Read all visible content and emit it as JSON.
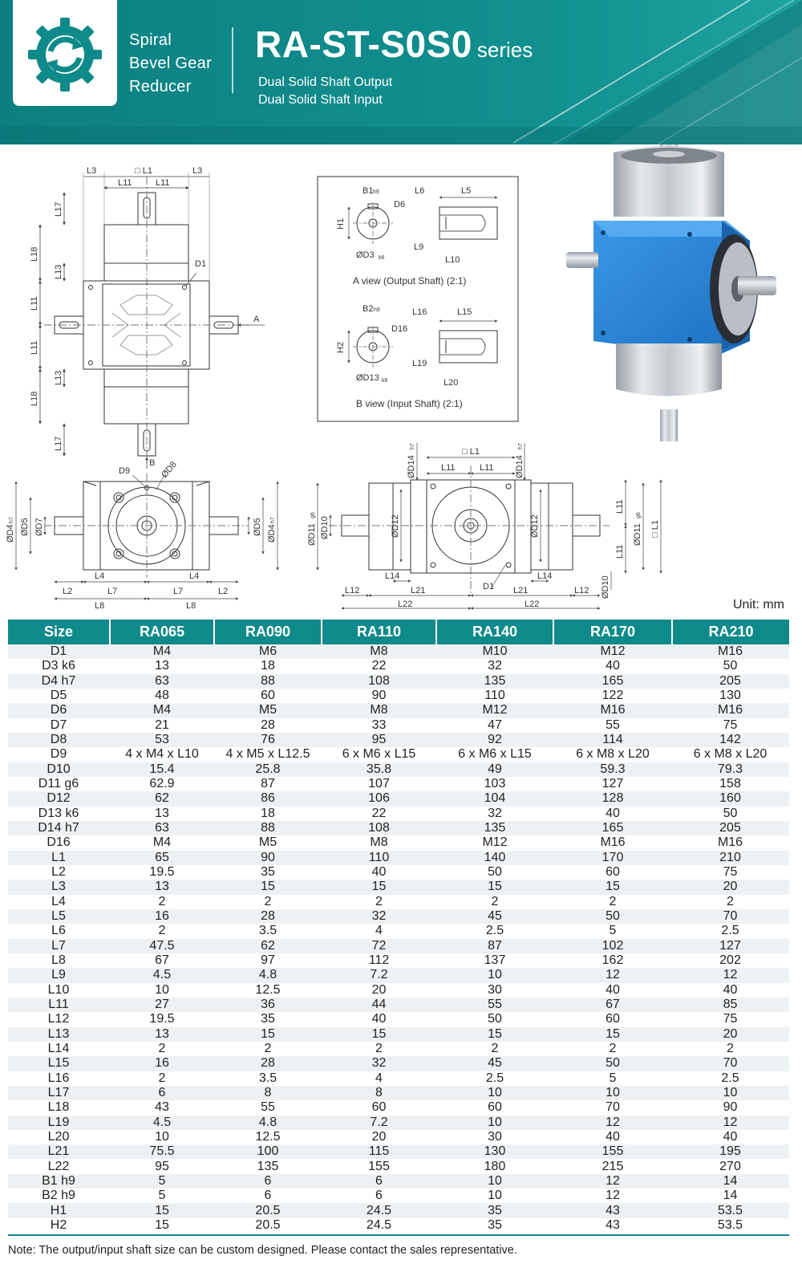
{
  "header": {
    "brand_lines": [
      "Spiral",
      "Bevel Gear",
      "Reducer"
    ],
    "title_main": "RA-ST-S0S0",
    "title_suffix": "series",
    "subtitle_1": "Dual Solid Shaft Output",
    "subtitle_2": "Dual Solid Shaft Input",
    "brand_color": "#0f8a8a",
    "logo_icon": "gear-arrows-icon"
  },
  "drawings": {
    "top_view": {
      "labels": [
        "L3",
        "□ L1",
        "L3",
        "L11",
        "L11",
        "L17",
        "L18",
        "L13",
        "D1",
        "L11",
        "L11",
        "A",
        "L13",
        "L18",
        "L17",
        "B"
      ]
    },
    "a_view": {
      "labels": [
        "B1",
        "h9",
        "L6",
        "L5",
        "D6",
        "H1",
        "ØD3",
        "k6",
        "L9",
        "L10"
      ],
      "caption": "A view (Output Shaft) (2:1)"
    },
    "b_view": {
      "labels": [
        "B2",
        "h9",
        "L16",
        "L15",
        "D16",
        "H2",
        "ØD13",
        "k6",
        "L19",
        "L20"
      ],
      "caption": "B view (Input Shaft) (2:1)"
    },
    "front_view": {
      "labels": [
        "D9",
        "ØD8",
        "ØD4",
        "h7",
        "ØD5",
        "ØD7",
        "ØD5",
        "ØD4",
        "h7",
        "L4",
        "L4",
        "L2",
        "L7",
        "L7",
        "L2",
        "L8",
        "L8"
      ]
    },
    "side_view": {
      "labels": [
        "ØD14",
        "h7",
        "□ L1",
        "ØD14",
        "h7",
        "L11",
        "L11",
        "ØD11",
        "g6",
        "ØD10",
        "ØD12",
        "ØD12",
        "L11",
        "L11",
        "ØD11",
        "g6",
        "□ L1",
        "L14",
        "L14",
        "D1",
        "ØD10",
        "L12",
        "L21",
        "L21",
        "L12",
        "L22",
        "L22"
      ]
    },
    "product_colors": {
      "housing": "#2f88d6",
      "flange": "#c9ced4",
      "shaft": "#b7bdc3"
    }
  },
  "unit_label": "Unit: mm",
  "table": {
    "columns": [
      "Size",
      "RA065",
      "RA090",
      "RA110",
      "RA140",
      "RA170",
      "RA210"
    ],
    "rows": [
      [
        "D1",
        "M4",
        "M6",
        "M8",
        "M10",
        "M12",
        "M16"
      ],
      [
        "D3 k6",
        "13",
        "18",
        "22",
        "32",
        "40",
        "50"
      ],
      [
        "D4 h7",
        "63",
        "88",
        "108",
        "135",
        "165",
        "205"
      ],
      [
        "D5",
        "48",
        "60",
        "90",
        "110",
        "122",
        "130"
      ],
      [
        "D6",
        "M4",
        "M5",
        "M8",
        "M12",
        "M16",
        "M16"
      ],
      [
        "D7",
        "21",
        "28",
        "33",
        "47",
        "55",
        "75"
      ],
      [
        "D8",
        "53",
        "76",
        "95",
        "92",
        "114",
        "142"
      ],
      [
        "D9",
        "4 x M4 x L10",
        "4 x M5 x L12.5",
        "6 x M6 x L15",
        "6 x M6 x L15",
        "6 x M8 x L20",
        "6 x M8 x L20"
      ],
      [
        "D10",
        "15.4",
        "25.8",
        "35.8",
        "49",
        "59.3",
        "79.3"
      ],
      [
        "D11 g6",
        "62.9",
        "87",
        "107",
        "103",
        "127",
        "158"
      ],
      [
        "D12",
        "62",
        "86",
        "106",
        "104",
        "128",
        "160"
      ],
      [
        "D13 k6",
        "13",
        "18",
        "22",
        "32",
        "40",
        "50"
      ],
      [
        "D14 h7",
        "63",
        "88",
        "108",
        "135",
        "165",
        "205"
      ],
      [
        "D16",
        "M4",
        "M5",
        "M8",
        "M12",
        "M16",
        "M16"
      ],
      [
        "L1",
        "65",
        "90",
        "110",
        "140",
        "170",
        "210"
      ],
      [
        "L2",
        "19.5",
        "35",
        "40",
        "50",
        "60",
        "75"
      ],
      [
        "L3",
        "13",
        "15",
        "15",
        "15",
        "15",
        "20"
      ],
      [
        "L4",
        "2",
        "2",
        "2",
        "2",
        "2",
        "2"
      ],
      [
        "L5",
        "16",
        "28",
        "32",
        "45",
        "50",
        "70"
      ],
      [
        "L6",
        "2",
        "3.5",
        "4",
        "2.5",
        "5",
        "2.5"
      ],
      [
        "L7",
        "47.5",
        "62",
        "72",
        "87",
        "102",
        "127"
      ],
      [
        "L8",
        "67",
        "97",
        "112",
        "137",
        "162",
        "202"
      ],
      [
        "L9",
        "4.5",
        "4.8",
        "7.2",
        "10",
        "12",
        "12"
      ],
      [
        "L10",
        "10",
        "12.5",
        "20",
        "30",
        "40",
        "40"
      ],
      [
        "L11",
        "27",
        "36",
        "44",
        "55",
        "67",
        "85"
      ],
      [
        "L12",
        "19.5",
        "35",
        "40",
        "50",
        "60",
        "75"
      ],
      [
        "L13",
        "13",
        "15",
        "15",
        "15",
        "15",
        "20"
      ],
      [
        "L14",
        "2",
        "2",
        "2",
        "2",
        "2",
        "2"
      ],
      [
        "L15",
        "16",
        "28",
        "32",
        "45",
        "50",
        "70"
      ],
      [
        "L16",
        "2",
        "3.5",
        "4",
        "2.5",
        "5",
        "2.5"
      ],
      [
        "L17",
        "6",
        "8",
        "8",
        "10",
        "10",
        "10"
      ],
      [
        "L18",
        "43",
        "55",
        "60",
        "60",
        "70",
        "90"
      ],
      [
        "L19",
        "4.5",
        "4.8",
        "7.2",
        "10",
        "12",
        "12"
      ],
      [
        "L20",
        "10",
        "12.5",
        "20",
        "30",
        "40",
        "40"
      ],
      [
        "L21",
        "75.5",
        "100",
        "115",
        "130",
        "155",
        "195"
      ],
      [
        "L22",
        "95",
        "135",
        "155",
        "180",
        "215",
        "270"
      ],
      [
        "B1 h9",
        "5",
        "6",
        "6",
        "10",
        "12",
        "14"
      ],
      [
        "B2 h9",
        "5",
        "6",
        "6",
        "10",
        "12",
        "14"
      ],
      [
        "H1",
        "15",
        "20.5",
        "24.5",
        "35",
        "43",
        "53.5"
      ],
      [
        "H2",
        "15",
        "20.5",
        "24.5",
        "35",
        "43",
        "53.5"
      ]
    ]
  },
  "note": "Note: The output/input shaft size can be custom designed. Please contact the sales representative."
}
